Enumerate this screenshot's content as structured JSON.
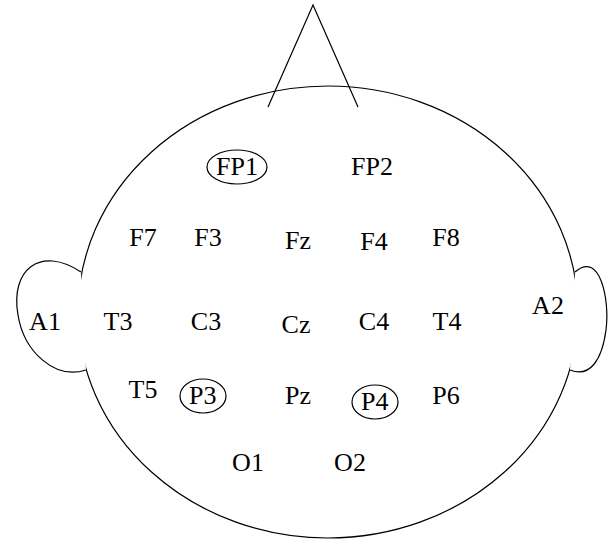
{
  "diagram": {
    "nodes": [
      {
        "text": [
          "FP1"
        ]
      },
      {
        "text": [
          "P3"
        ]
      },
      {
        "text": [
          "P4"
        ]
      }
    ],
    "labels": [
      "FP2",
      "F7",
      "F3",
      "Fz",
      "F4",
      "F8",
      "A1",
      "T3",
      "C3",
      "Cz",
      "C4",
      "T4",
      "A2",
      "T5",
      "Pz",
      "P6",
      "O1",
      "O2"
    ]
  }
}
